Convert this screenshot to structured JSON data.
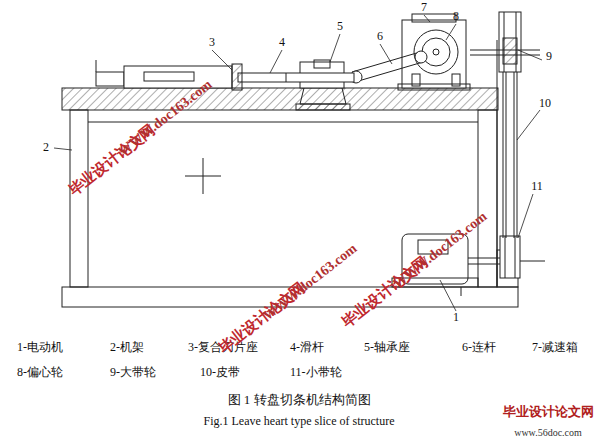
{
  "diagram": {
    "caption": "图 1 转盘切条机结构简图",
    "labels": [
      "1",
      "2",
      "3",
      "4",
      "5",
      "6",
      "7",
      "8",
      "9",
      "10",
      "11",
      "1-电动机",
      "2-机架",
      "3-复合刀片座",
      "4-滑杆",
      "5-轴承座",
      "6-连杆",
      "7-减速箱",
      "8-偏心轮",
      "9-大带轮",
      "10-皮带",
      "11-小带轮",
      "Fig.1 Leave heart type slice of structure",
      "毕业设计论文网",
      "WWW.doc163.com",
      "毕业设计论文网",
      "WWW.doc163.com",
      "毕业设计论文网",
      "WWW.doc163.com",
      "毕业设计论文网",
      "www.56doc.com"
    ]
  }
}
